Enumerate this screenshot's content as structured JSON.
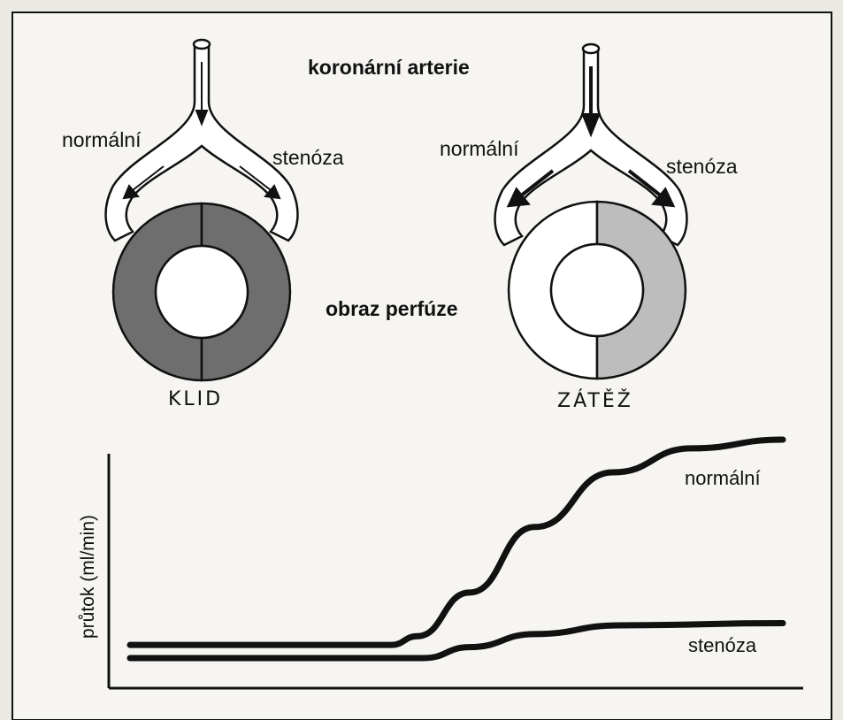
{
  "diagram": {
    "top_label": "koronární arterie",
    "perfusion_label": "obraz perfúze",
    "branch_normal": "normální",
    "branch_stenosis": "stenóza",
    "rest": {
      "caption": "KLID",
      "normal_segment_color": "#6e6e6e",
      "stenosis_segment_color": "#6e6e6e"
    },
    "stress": {
      "caption": "ZÁTĚŽ",
      "normal_segment_color": "#ffffff",
      "stenosis_segment_color": "#bdbdbd"
    }
  },
  "chart_data": {
    "type": "line",
    "title": "",
    "xlabel": "",
    "ylabel": "průtok (ml/min)",
    "series": [
      {
        "name": "normální",
        "x": [
          0,
          0.4,
          0.44,
          0.52,
          0.62,
          0.74,
          0.86,
          1.0
        ],
        "y": [
          0.06,
          0.06,
          0.1,
          0.3,
          0.6,
          0.85,
          0.96,
          1.0
        ]
      },
      {
        "name": "stenóza",
        "x": [
          0,
          0.45,
          0.52,
          0.62,
          0.75,
          1.0
        ],
        "y": [
          0.0,
          0.0,
          0.05,
          0.11,
          0.15,
          0.16
        ]
      }
    ],
    "grid": false
  }
}
